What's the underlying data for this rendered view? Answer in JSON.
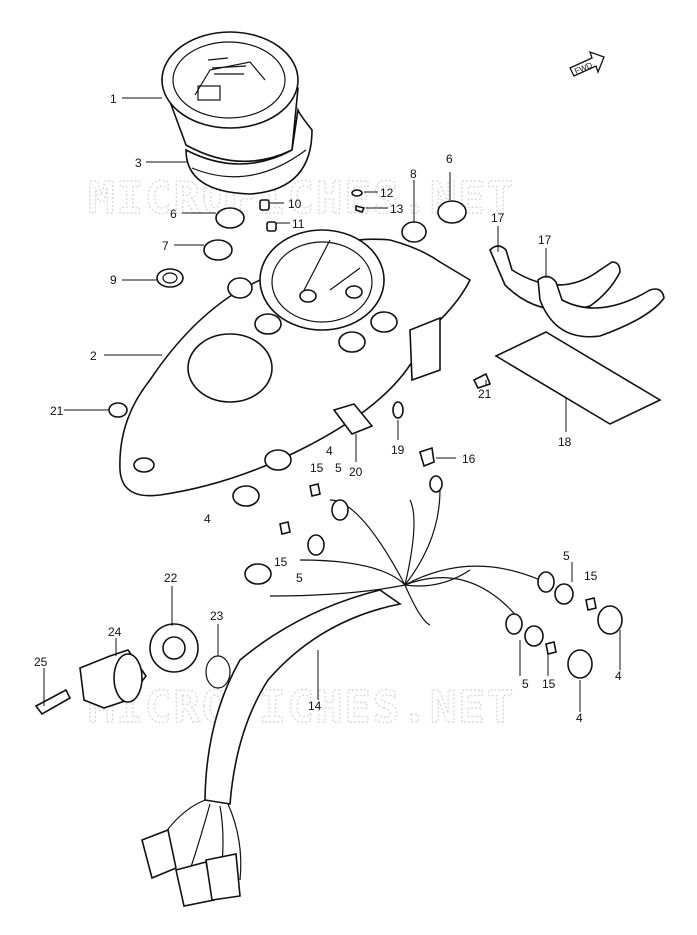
{
  "watermark": "MICROFICHES.NET",
  "fwd_label": "FWD",
  "callouts": [
    "1",
    "2",
    "3",
    "4",
    "4",
    "4",
    "4",
    "5",
    "5",
    "5",
    "5",
    "6",
    "6",
    "7",
    "8",
    "9",
    "10",
    "11",
    "12",
    "13",
    "14",
    "15",
    "15",
    "15",
    "15",
    "16",
    "17",
    "17",
    "18",
    "19",
    "20",
    "21",
    "21",
    "22",
    "23",
    "24",
    "25"
  ]
}
